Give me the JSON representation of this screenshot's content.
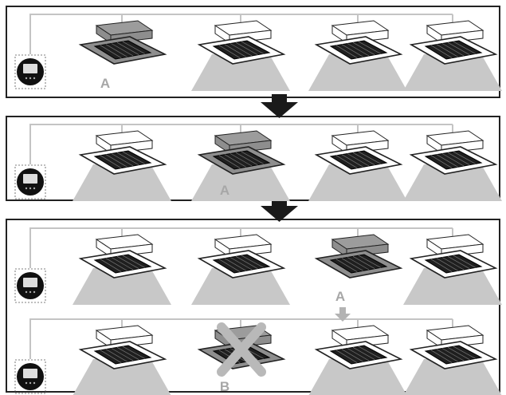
{
  "colors": {
    "frame": "#222222",
    "wire": "#c4c4c4",
    "airflow": "#c8c8c8",
    "unit_highlight": "#8e8e8e",
    "label": "#a7a7a7",
    "cross": "#b9b9b9",
    "arrow": "#1a1a1a"
  },
  "panels": [
    {
      "rows": [
        {
          "remote_icon": "remote-controller-icon",
          "units": [
            {
              "highlighted": true,
              "airflow": false,
              "crossed": false
            },
            {
              "highlighted": false,
              "airflow": true,
              "crossed": false
            },
            {
              "highlighted": false,
              "airflow": true,
              "crossed": false
            },
            {
              "highlighted": false,
              "airflow": true,
              "crossed": false
            }
          ]
        }
      ],
      "labels": [
        {
          "text": "A",
          "unit_index": 0
        }
      ]
    },
    {
      "rows": [
        {
          "remote_icon": "remote-controller-icon",
          "units": [
            {
              "highlighted": false,
              "airflow": true,
              "crossed": false
            },
            {
              "highlighted": true,
              "airflow": true,
              "crossed": false
            },
            {
              "highlighted": false,
              "airflow": true,
              "crossed": false
            },
            {
              "highlighted": false,
              "airflow": true,
              "crossed": false
            }
          ]
        }
      ],
      "labels": [
        {
          "text": "A",
          "unit_index": 1
        }
      ]
    },
    {
      "rows": [
        {
          "remote_icon": "remote-controller-icon",
          "units": [
            {
              "highlighted": false,
              "airflow": true,
              "crossed": false
            },
            {
              "highlighted": false,
              "airflow": true,
              "crossed": false
            },
            {
              "highlighted": true,
              "airflow": false,
              "crossed": false
            },
            {
              "highlighted": false,
              "airflow": true,
              "crossed": false
            }
          ]
        },
        {
          "remote_icon": "remote-controller-icon",
          "units": [
            {
              "highlighted": false,
              "airflow": true,
              "crossed": false
            },
            {
              "highlighted": true,
              "airflow": false,
              "crossed": true
            },
            {
              "highlighted": false,
              "airflow": true,
              "crossed": false
            },
            {
              "highlighted": false,
              "airflow": true,
              "crossed": false
            }
          ]
        }
      ],
      "labels": [
        {
          "text": "A",
          "unit_index": 2
        },
        {
          "text": "B",
          "unit_index": 1
        }
      ],
      "move_arrow": true
    }
  ],
  "transition_arrows": 2
}
